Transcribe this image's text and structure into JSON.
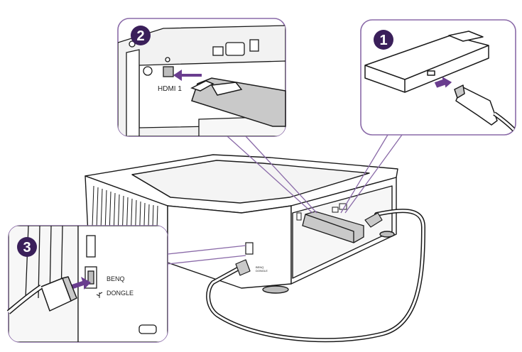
{
  "steps": [
    {
      "number": "1",
      "badge_color": "#3a1f5a"
    },
    {
      "number": "2",
      "badge_color": "#3a1f5a"
    },
    {
      "number": "3",
      "badge_color": "#3a1f5a"
    }
  ],
  "labels": {
    "hdmi_port": "HDMI 1",
    "benq_dongle_line1": "BENQ",
    "benq_dongle_line2": "DONGLE",
    "small_rear_label_line1": "BENQ",
    "small_rear_label_line2": "DONGLE"
  },
  "icons": {
    "usb_symbol": "usb-icon",
    "arrow_color": "#6a3d8f"
  },
  "colors": {
    "callout_border": "#8a6aa8",
    "line_art": "#1a1a1a",
    "dongle_fill": "#c9c9c9",
    "panel_gray": "#f2f2f2"
  }
}
